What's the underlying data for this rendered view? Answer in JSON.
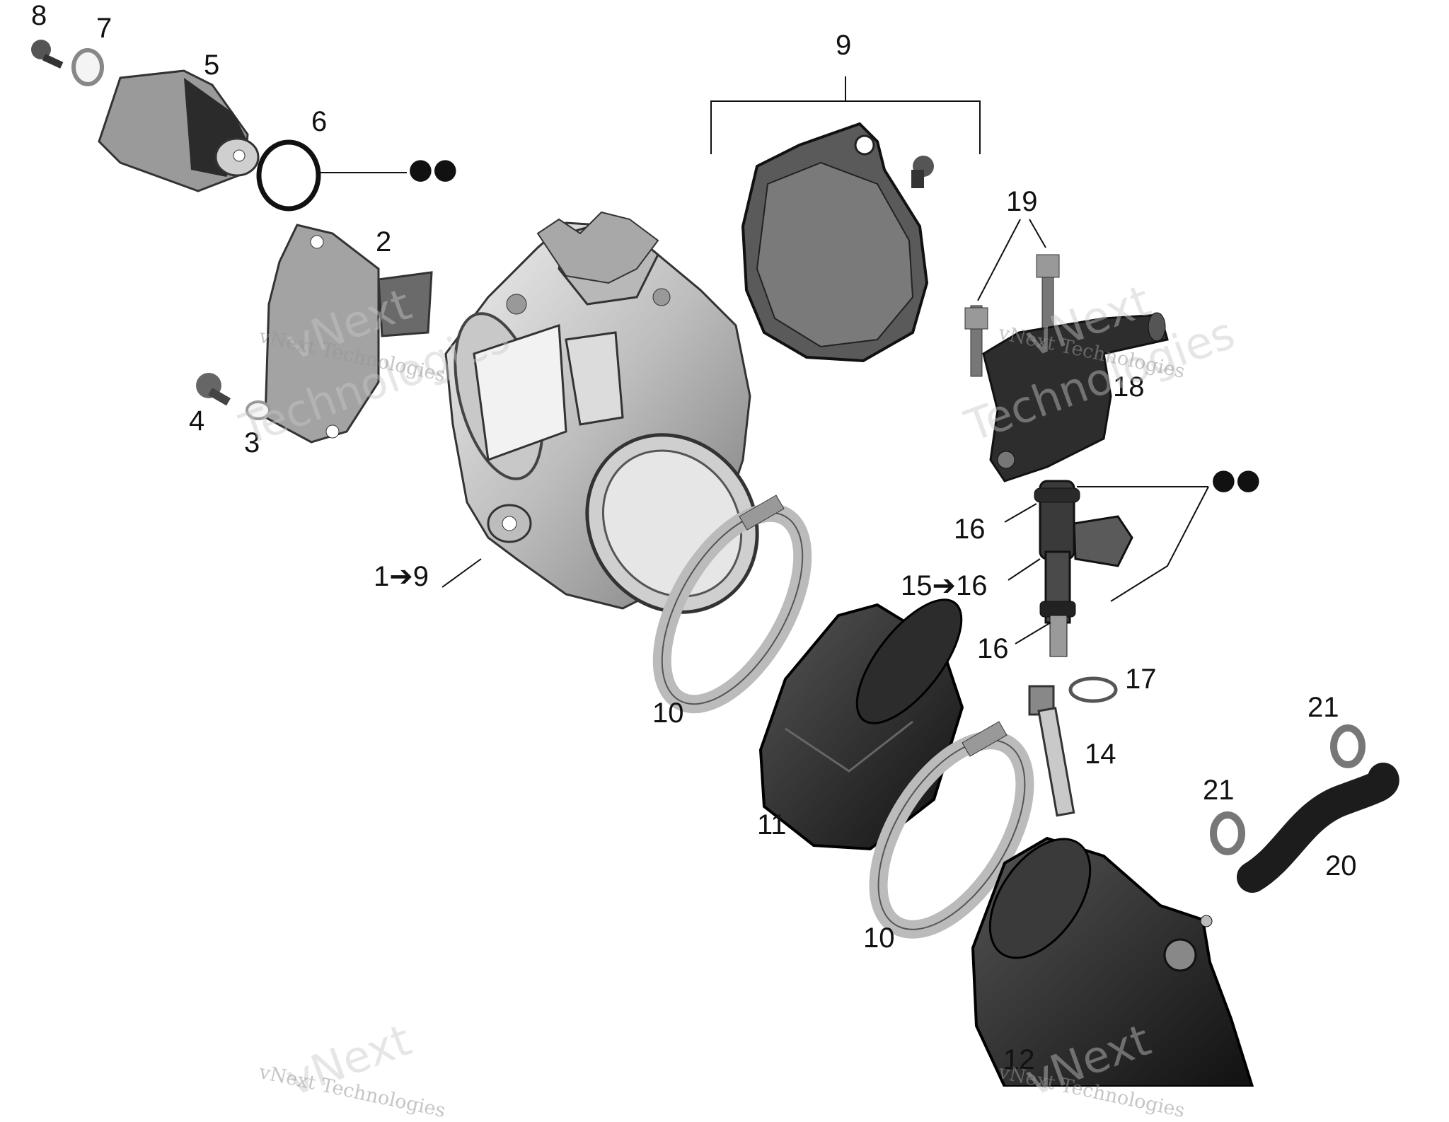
{
  "callouts": {
    "c1_9": "1➔9",
    "c2": "2",
    "c3": "3",
    "c4": "4",
    "c5": "5",
    "c6": "6",
    "c7": "7",
    "c8": "8",
    "c9": "9",
    "c10a": "10",
    "c10b": "10",
    "c11": "11",
    "c12": "12",
    "c14": "14",
    "c15_16": "15➔16",
    "c16a": "16",
    "c16b": "16",
    "c17": "17",
    "c18": "18",
    "c19": "19",
    "c20": "20",
    "c21a": "21",
    "c21b": "21"
  },
  "oil_symbols": {
    "oil_a": "O",
    "oil_b": "O"
  },
  "watermark": {
    "line1": "vNext",
    "line2": "Technologies",
    "small": "vNext Technologies"
  },
  "colors": {
    "part_dark": "#2a2a2a",
    "part_mid": "#8a8a8a",
    "part_light": "#d6d6d6",
    "line": "#111111"
  }
}
